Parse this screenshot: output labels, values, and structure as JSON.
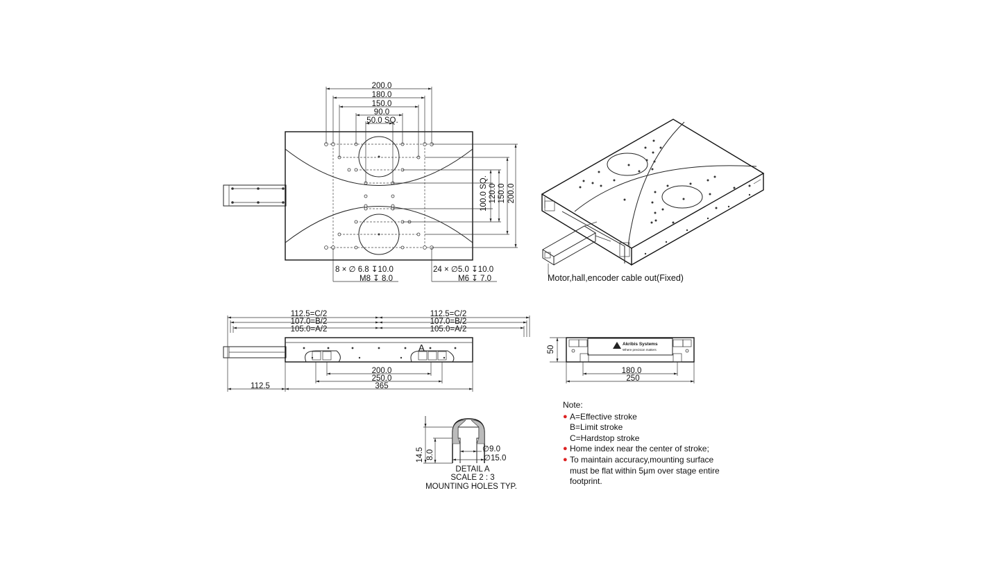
{
  "top_view": {
    "widths": [
      "200.0",
      "180.0",
      "150.0",
      "90.0",
      "50.0 SQ."
    ],
    "heights": [
      "100.0 SQ.",
      "120.0",
      "150.0",
      "200.0"
    ],
    "holes_note_1a": "8 × ∅ 6.8 ↧10.0",
    "holes_note_1b": "M8 ↧ 8.0",
    "holes_note_2a": "24 × ∅5.0 ↧10.0",
    "holes_note_2b": "M6 ↧ 7.0"
  },
  "iso_view": {
    "cable_label": "Motor,hall,encoder cable out(Fixed)"
  },
  "side_view": {
    "left_dims": [
      "112.5=C/2",
      "107.0=B/2",
      "105.0=A/2"
    ],
    "right_dims": [
      "112.5=C/2",
      "107.0=B/2",
      "105.0=A/2"
    ],
    "detail_marker": "A",
    "bottom_dims": [
      "200.0",
      "250.0",
      "365"
    ],
    "motor_offset": "112.5"
  },
  "end_view": {
    "height": "50",
    "bottom_dims": [
      "180.0",
      "250"
    ],
    "brand": "Akribis Systems",
    "tagline": "Where precision matters"
  },
  "detail_a": {
    "heights": [
      "14.5",
      "8.0"
    ],
    "diameters": [
      "∅9.0",
      "∅15.0"
    ],
    "caption": [
      "DETAIL A",
      "SCALE 2 : 3",
      "MOUNTING HOLES TYP."
    ]
  },
  "notes": {
    "title": "Note:",
    "items": [
      [
        "A=Effective stroke",
        "B=Limit stroke",
        "C=Hardstop stroke"
      ],
      [
        "Home index near the center of stroke;"
      ],
      [
        "To maintain accuracy,mounting surface",
        "must be flat within 5μm over stage entire",
        "footprint."
      ]
    ]
  },
  "colors": {
    "line": "#222222",
    "bullet": "#dd2222",
    "background": "#ffffff"
  }
}
